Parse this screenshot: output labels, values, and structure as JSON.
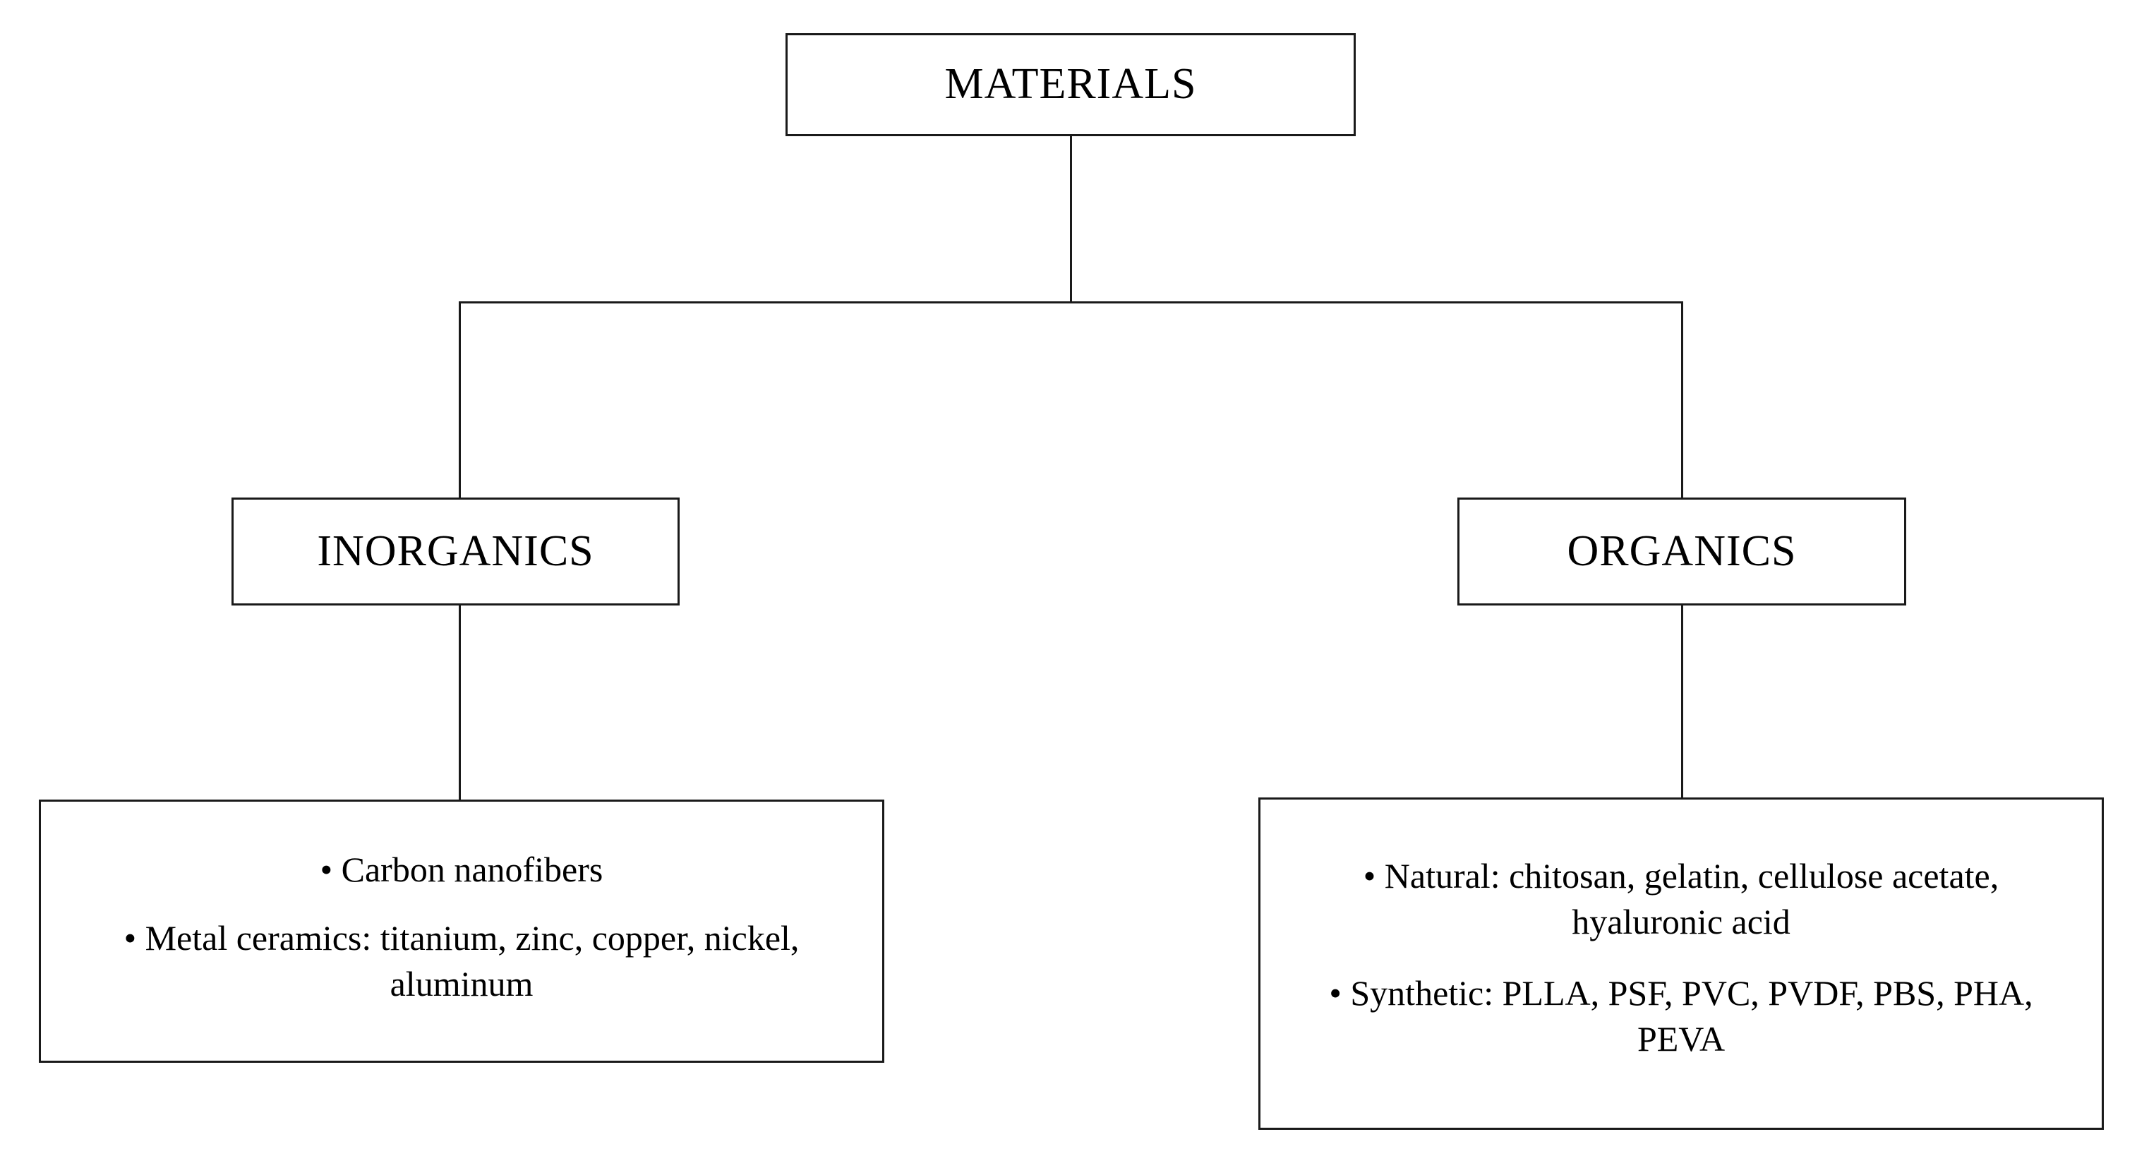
{
  "diagram": {
    "type": "flowchart-tree",
    "root": {
      "label": "MATERIALS"
    },
    "branches": [
      {
        "label": "INORGANICS",
        "details": [
          "• Carbon nanofibers",
          "• Metal ceramics: titanium, zinc, copper, nickel, aluminum"
        ]
      },
      {
        "label": "ORGANICS",
        "details": [
          "• Natural: chitosan, gelatin, cellulose acetate, hyaluronic acid",
          "• Synthetic: PLLA, PSF, PVC, PVDF, PBS, PHA, PEVA"
        ]
      }
    ]
  },
  "colors": {
    "stroke": "#1a1a1a",
    "background": "#ffffff",
    "text": "#000000"
  }
}
